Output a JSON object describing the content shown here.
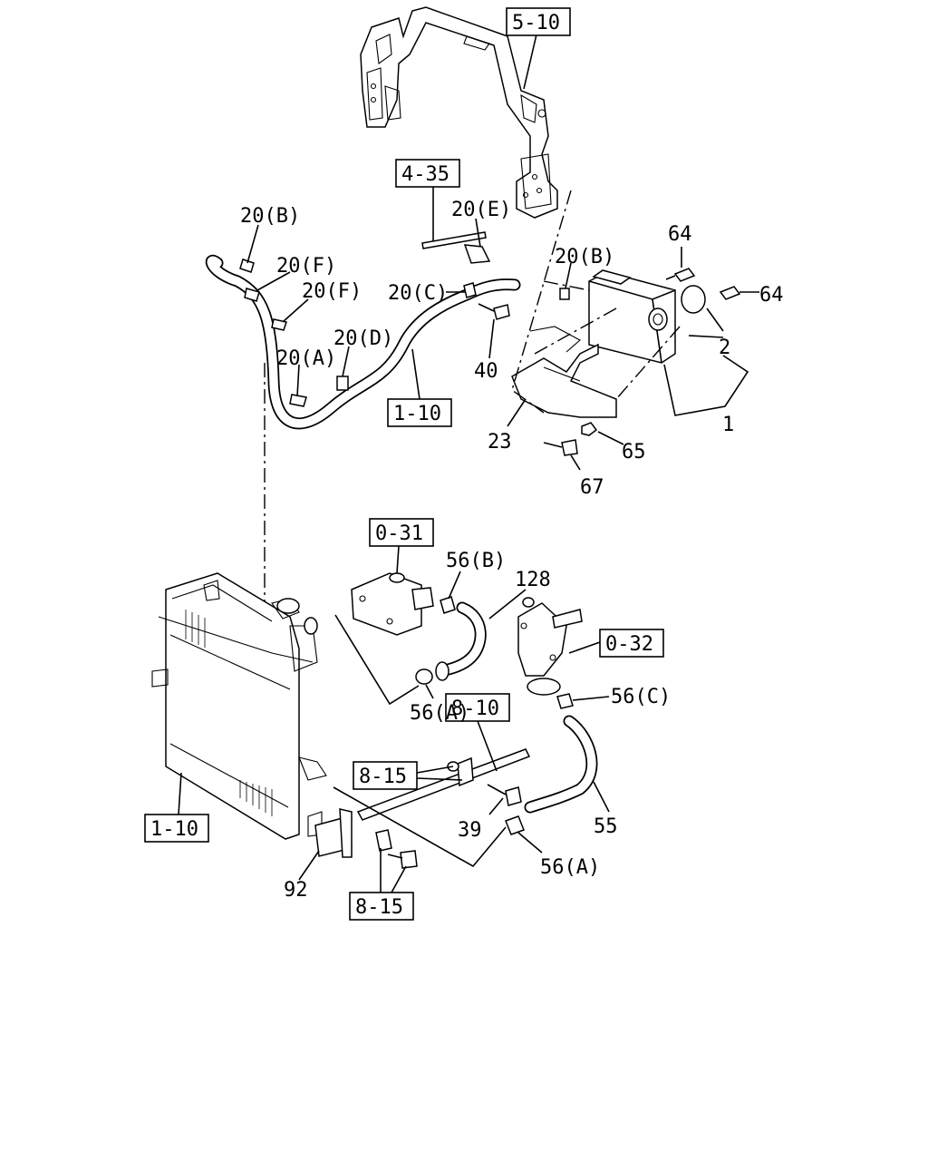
{
  "refs": {
    "r5_10": "5-10",
    "r4_35": "4-35",
    "r1_10_top": "1-10",
    "r0_31": "0-31",
    "r0_32": "0-32",
    "r8_10": "8-10",
    "r8_15_top": "8-15",
    "r1_10_bottom": "1-10",
    "r8_15_bottom": "8-15"
  },
  "labels": {
    "p20b_left": "20(B)",
    "p20f_1": "20(F)",
    "p20f_2": "20(F)",
    "p20a": "20(A)",
    "p20d": "20(D)",
    "p20e": "20(E)",
    "p20c": "20(C)",
    "p20b_right": "20(B)",
    "p64_top": "64",
    "p64_right": "64",
    "p2": "2",
    "p1": "1",
    "p40": "40",
    "p23": "23",
    "p65": "65",
    "p67": "67",
    "p56b": "56(B)",
    "p128": "128",
    "p56c": "56(C)",
    "p56a_top": "56(A)",
    "p39": "39",
    "p55": "55",
    "p56a_bottom": "56(A)",
    "p92": "92"
  }
}
